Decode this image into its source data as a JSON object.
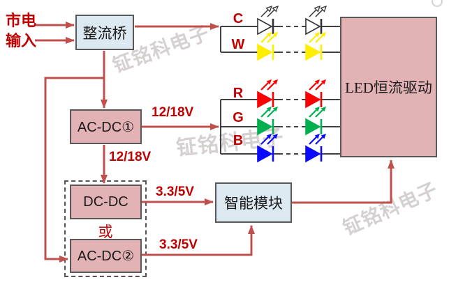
{
  "diagram": {
    "mains_input": {
      "line1": "市电",
      "line2": "输入"
    },
    "rectifier_label": "整流桥",
    "acdc1_label": "AC-DC①",
    "dcdc_label": "DC-DC",
    "or_label": "或",
    "acdc2_label": "AC-DC②",
    "smart_module_label": "智能模块",
    "led_driver_label": "LED恒流驱动",
    "voltages": {
      "acdc1_out": "12/18V",
      "acdc1_to_dcdc": "12/18V",
      "dcdc_out": "3.3/5V",
      "acdc2_out": "3.3/5V"
    },
    "led_channels": [
      {
        "label": "C",
        "color": "#ffffff",
        "edge": "#333333",
        "style": "outline"
      },
      {
        "label": "W",
        "color": "#ffee00"
      },
      {
        "label": "R",
        "color": "#fb0000"
      },
      {
        "label": "G",
        "color": "#00b050"
      },
      {
        "label": "B",
        "color": "#0a0aff"
      }
    ],
    "watermark_text": "钲铭科电子",
    "colors": {
      "arrow_red": "#c0504d",
      "label_red": "#c00000",
      "box_pink": "#e3b2b4",
      "box_blue": "#dce9f1",
      "box_border": "#595959",
      "wire_gray": "#404040",
      "watermark": "#d6d0d0"
    }
  }
}
